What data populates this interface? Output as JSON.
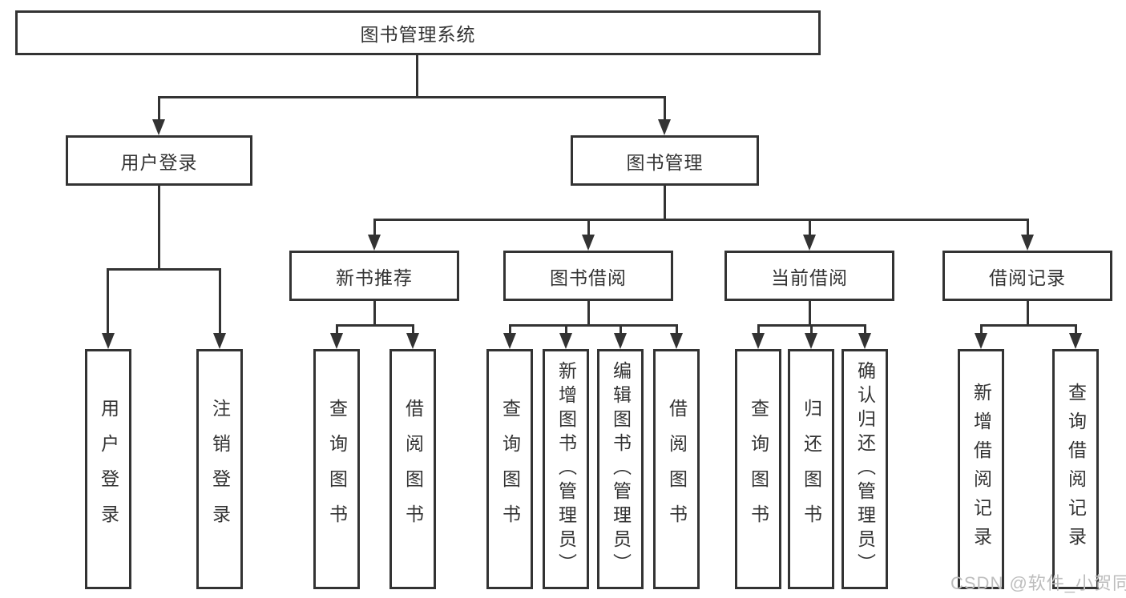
{
  "diagram": {
    "root": {
      "label": "图书管理系统"
    },
    "level2": [
      {
        "label": "用户登录"
      },
      {
        "label": "图书管理"
      }
    ],
    "level3": [
      {
        "label": "新书推荐"
      },
      {
        "label": "图书借阅"
      },
      {
        "label": "当前借阅"
      },
      {
        "label": "借阅记录"
      }
    ],
    "leaves": {
      "user_login": [
        "用户登录",
        "注销登录"
      ],
      "new_book_recommend": [
        "查询图书",
        "借阅图书"
      ],
      "book_borrowing": [
        "查询图书",
        "新增图书（管理员）",
        "编辑图书（管理员）",
        "借阅图书"
      ],
      "current_borrowing": [
        "查询图书",
        "归还图书",
        "确认归还（管理员）"
      ],
      "borrowing_records": [
        "新增借阅记录",
        "查询借阅记录"
      ]
    },
    "colors": {
      "line": "#333333",
      "text": "#333333",
      "watermark": "#bdbdbd",
      "background": "#ffffff"
    },
    "watermark": {
      "text": "CSDN @软件_小贺同学"
    }
  }
}
